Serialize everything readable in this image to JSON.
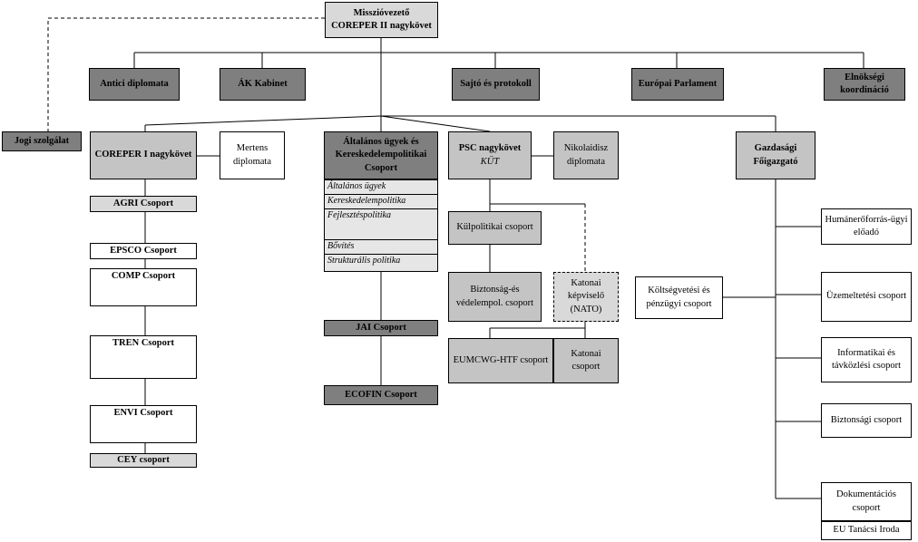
{
  "top": {
    "line1": "Misszióvezető",
    "line2": "COREPER II nagykövet"
  },
  "row1": {
    "antici": "Antici diplomata",
    "ak_kabinet": "ÁK Kabinet",
    "sajto": "Sajtó és protokoll",
    "parlament": "Európai Parlament",
    "elnoksegi": "Elnökségi koordináció"
  },
  "jogi": "Jogi szolgálat",
  "coreper1": {
    "head": "COREPER I nagykövet",
    "mertens": "Mertens diplomata",
    "groups": [
      "AGRI Csoport",
      "EPSCO Csoport",
      "COMP Csoport",
      "TREN Csoport",
      "ENVI Csoport",
      "CEY csoport"
    ]
  },
  "altalanos": {
    "head": "Általános ügyek és Kereskedelempolitikai Csoport",
    "items": [
      "Általános ügyek",
      "Kereskedelempolitika",
      "Fejlesztéspolitika",
      "Bővítés",
      "Strukturális politika"
    ],
    "jai": "JAI Csoport",
    "ecofin": "ECOFIN Csoport"
  },
  "psc": {
    "head": "PSC nagykövet",
    "sub": "KÜT",
    "nikolaidisz": "Nikolaidisz diplomata",
    "kulpol": "Külpolitikai csoport",
    "bizt_ved": "Biztonság-és védelempol. csoport",
    "katonai_kep": "Katonai képviselő (NATO)",
    "eumcwg": "EUMCWG-HTF csoport",
    "katonai_cs": "Katonai csoport"
  },
  "gazd": {
    "head": "Gazdasági Főigazgató",
    "koltseg": "Költségvetési és pénzügyi csoport",
    "humaner": "Humánerőforrás-ügyi előadó",
    "uzem": "Üzemeltetési csoport",
    "info": "Informatikai és távközlési csoport",
    "bizt": "Biztonsági csoport",
    "dok": "Dokumentációs csoport",
    "eutan": "EU Tanácsi Iroda"
  },
  "colors": {
    "dark": "#7f7f7f",
    "mid": "#c4c4c4",
    "light": "#d9d9d9",
    "line": "#000000"
  }
}
